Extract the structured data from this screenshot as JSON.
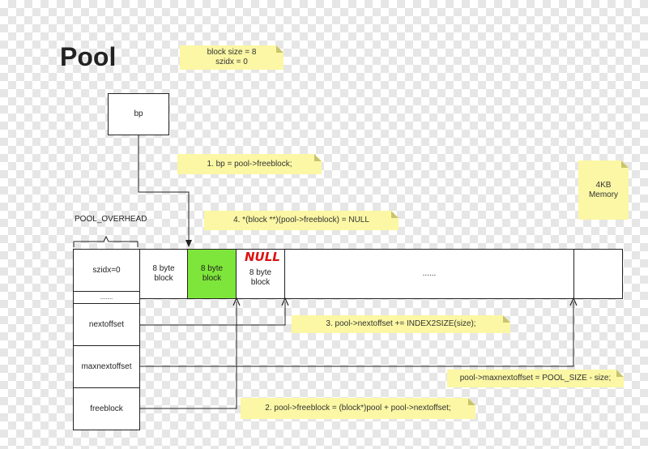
{
  "title": "Pool",
  "notes": {
    "block_size": "block size = 8\nszidx = 0",
    "step1": "1. bp = pool->freeblock;",
    "step4": "4. *(block **)(pool->freeblock) = NULL",
    "step3": "3. pool->nextoffset += INDEX2SIZE(size);",
    "maxnext": "pool->maxnextoffset = POOL_SIZE - size;",
    "step2": "2.  pool->freeblock = (block*)pool +  pool->nextoffset;",
    "memory": "4KB\nMemory"
  },
  "bp_label": "bp",
  "pool_overhead_label": "POOL_OVERHEAD",
  "null_label": "NULL",
  "row": {
    "szidx": "szidx=0",
    "block1": "8 byte\nblock",
    "block2": "8 byte\nblock",
    "block3": "8 byte\nblock",
    "dots": "......"
  },
  "header_fields": {
    "dots": ".......",
    "nextoffset": "nextoffset",
    "maxnextoffset": "maxnextoffset",
    "freeblock": "freeblock"
  },
  "colors": {
    "note_bg": "#fbf7a4",
    "highlight_block": "#7ee63a",
    "null_text": "#dd1111"
  }
}
